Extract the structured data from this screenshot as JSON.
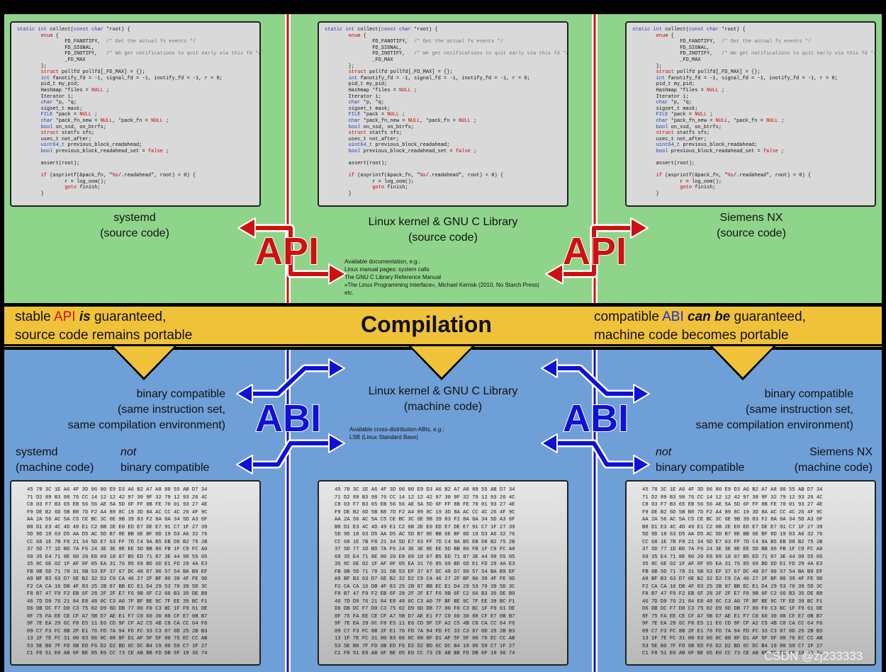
{
  "code_sample": [
    [
      [
        "ty",
        "static int "
      ],
      [
        "",
        "collect("
      ],
      [
        "ty",
        "const char"
      ],
      [
        "",
        " *root) {"
      ]
    ],
    [
      [
        "",
        "        "
      ],
      [
        "kw",
        "enum"
      ],
      [
        "",
        " {"
      ]
    ],
    [
      [
        "",
        "                FD_FANOTIFY,  "
      ],
      [
        "cm",
        "/* Get the actual fs events */"
      ]
    ],
    [
      [
        "",
        "                FD_SIGNAL,"
      ]
    ],
    [
      [
        "",
        "                FD_INOTIFY,   "
      ],
      [
        "cm",
        "/* We get notifications to quit early via this fd */"
      ]
    ],
    [
      [
        "",
        "                _FD_MAX"
      ]
    ],
    [
      [
        "",
        "        };"
      ]
    ],
    [
      [
        "",
        "        "
      ],
      [
        "kw",
        "struct"
      ],
      [
        "",
        " pollfd pollfd[_FD_MAX] = {};"
      ]
    ],
    [
      [
        "",
        "        "
      ],
      [
        "ty",
        "int"
      ],
      [
        "",
        " fanotify_fd = -1, signal_fd = -1, inotify_fd = -1, r = 0;"
      ]
    ],
    [
      [
        "",
        "        pid_t my_pid;"
      ]
    ],
    [
      [
        "",
        "        Hashmap *files = "
      ],
      [
        "kw",
        "NULL"
      ],
      [
        "",
        " ;"
      ]
    ],
    [
      [
        "",
        "        Iterator i;"
      ]
    ],
    [
      [
        "",
        "        "
      ],
      [
        "ty",
        "char"
      ],
      [
        "",
        " *p, *q;"
      ]
    ],
    [
      [
        "",
        "        sigset_t mask;"
      ]
    ],
    [
      [
        "",
        "        "
      ],
      [
        "ty",
        "FILE"
      ],
      [
        "",
        " *pack = "
      ],
      [
        "kw",
        "NULL"
      ],
      [
        "",
        " ;"
      ]
    ],
    [
      [
        "",
        "        "
      ],
      [
        "ty",
        "char"
      ],
      [
        "",
        " *pack_fn_new = "
      ],
      [
        "kw",
        "NULL"
      ],
      [
        "",
        ", *pack_fn = "
      ],
      [
        "kw",
        "NULL"
      ],
      [
        "",
        " ;"
      ]
    ],
    [
      [
        "",
        "        "
      ],
      [
        "ty",
        "bool"
      ],
      [
        "",
        " on_ssd, on_btrfs;"
      ]
    ],
    [
      [
        "",
        "        "
      ],
      [
        "kw",
        "struct"
      ],
      [
        "",
        " statfs sfs;"
      ]
    ],
    [
      [
        "",
        "        usec_t not_after;"
      ]
    ],
    [
      [
        "",
        "        "
      ],
      [
        "ty",
        "uint64_t"
      ],
      [
        "",
        " previous_block_readahead;"
      ]
    ],
    [
      [
        "",
        "        "
      ],
      [
        "ty",
        "bool"
      ],
      [
        "",
        " previous_block_readahead_set = "
      ],
      [
        "kw",
        "false"
      ],
      [
        "",
        " ;"
      ]
    ],
    [
      [
        "",
        " "
      ]
    ],
    [
      [
        "",
        "        assert(root);"
      ]
    ],
    [
      [
        "",
        " "
      ]
    ],
    [
      [
        "",
        "        "
      ],
      [
        "kw",
        "if"
      ],
      [
        "",
        " (asprintf(&pack_fn, \""
      ],
      [
        "kw",
        "%s"
      ],
      [
        "",
        "/.readahead\", root) < 0) {"
      ]
    ],
    [
      [
        "",
        "                r = log_oom();"
      ]
    ],
    [
      [
        "",
        "                "
      ],
      [
        "kw",
        "goto"
      ],
      [
        "",
        " finish;"
      ]
    ],
    [
      [
        "",
        "        }"
      ]
    ]
  ],
  "hex_dump": [
    "45 78 3C 1E A6 4F 3D 06 80 E9 D3 A6 B2 A7 A8 88 55 AB D7 34",
    "71 D2 89 B3 98 76 CC 14 12 12 42 97 30 9F 32 79 12 93 26 4C",
    "C8 03 F7 B3 65 EB 56 56 AE 5A 5D 6F FF 8B FE 70 01 93 27 4E",
    "F9 DE B2 6D 5B B8 7D F2 A4 89 8C 19 3D 8A AC CC 4C 26 4F 9C",
    "AA 2A 56 AC 5A C5 CE BC 3C 6E 9B 39 83 F2 8A 0A 34 5D A3 6F",
    "B8 D1 E3 4C 4D 49 E1 C2 0B 2E E0 ED E7 DE E7 91 C7 1F 27 39",
    "5D 9D 18 63 D5 AA D5 AC 5D B7 8E BB 6E BF 8D 19 D3 A6 32 76",
    "CC 68 1E 7B F8 21 34 5D E7 63 FF 7D C4 9A B5 EB D8 B2 75 2B",
    "37 5D 77 1D BD 7A F6 24 3E 3E 8E EE 5D BB 86 FB 1F C9 FC A0",
    "69 35 E4 71 8E 80 20 E8 09 18 07 B5 ED 71 87 3E 44 99 55 05",
    "35 8C 6E 02 1F AF 0F 05 EA 31 76 85 69 BD 6D E1 FD 29 4A E3",
    "FB 0B 5D 71 78 31 5B 53 EF 37 67 DC 48 D7 90 57 54 BA B9 EF",
    "A9 BF B3 63 D7 6E B2 32 D2 C9 CA 46 27 2F BF 80 39 4F FE 9D",
    "F2 CA CA 16 DB 4F 83 25 2B 87 BB EC E1 D4 29 53 70 39 5D 3C",
    "F8 B7 47 F9 F2 EB 6F 28 2F 2F E7 F6 9B 6F C2 66 B3 35 DE B9",
    "46 7D D9 76 21 84 E8 48 0C C3 A0 7F BF BE 9C 7F EE 39 BC F1",
    "D6 DB DC F7 D0 C3 75 02 D9 6D DB 77 00 F0 C3 BC 1F F9 61 DE",
    "8F 75 FA EE CE CF A7 5B D7 AE E1 F7 C0 60 30 88 CF E7 0B B7",
    "9F 7E EA 29 6C F8 E5 11 E6 CD 9F CF A2 C5 4B C8 CA CC 64 F6",
    "09 C7 F3 FC 8B 2F E1 76 FD 7A 94 FD FC 33 C3 87 0D 25 2B B3",
    "13 1F 7E FC 31 00 83 06 0C 08 8F D1 AF 5F 5F 00 76 EC CC AB",
    "53 5E B0 7F FD 6B ED F6 D2 D2 BD 6C DC B4 19 80 59 C7 1F 27",
    "C1 F8 51 E0 AB 6F BE 05 E0 CC 73 CE AB BB FD DB 6F 19 36 74"
  ],
  "labels": {
    "systemd_src": "systemd\n(source code)",
    "kernel_src": "Linux kernel & GNU C Library\n(source code)",
    "nx_src": "Siemens NX\n(source code)",
    "doc_note": "Available documentation, e.g.:\nLinux manual pages: system calls\nThe GNU C Library Reference Manual\n»The Linux Programming Interface«, Michael Kerrisk (2010, No Starch Press)\netc.",
    "api_word": "API",
    "abi_word": "ABI",
    "band_left_pre": "stable ",
    "band_left_api": "API",
    "band_left_is": "is",
    "band_left_post": " guaranteed,",
    "band_left_line2": "source code remains portable",
    "compilation": "Compilation",
    "band_right_pre": "compatible ",
    "band_right_abi": "ABI",
    "band_right_canbe": "can be",
    "band_right_post": " guaranteed,",
    "band_right_line2": "machine code becomes portable",
    "bin_compat": "binary compatible\n(same instruction set,\nsame compilation environment)",
    "kernel_mc": "Linux kernel & GNU C Library\n(machine code)",
    "abi_note": "Available cross-distribution ABIs, e.g.:\nLSB (Linux Standard Base)",
    "systemd_mc": "systemd\n(machine code)",
    "not_word": "not",
    "not_bin": "binary compatible",
    "nx_mc": "Siemens NX\n(machine code)",
    "watermark": "CSDN @zj233333"
  },
  "colors": {
    "green": "#8fd48b",
    "blue": "#6e9fd6",
    "band": "#f0c23a",
    "api_red": "#d01010",
    "abi_blue": "#1010d8"
  }
}
